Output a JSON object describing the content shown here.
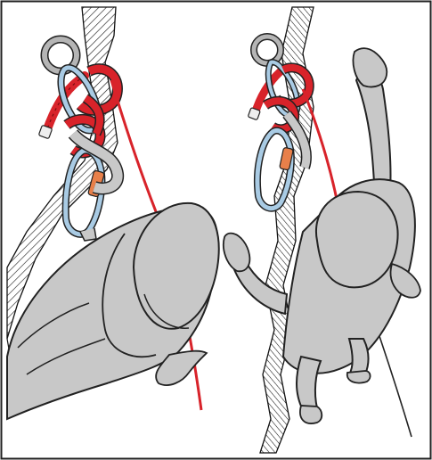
{
  "figure": {
    "panels": [
      {
        "id": "left",
        "subject": "climber-leaning-back-on-anchor"
      },
      {
        "id": "right",
        "subject": "climber-reaching-up-below-anchor"
      }
    ],
    "colors": {
      "rope": "#d8232a",
      "rope_dark": "#7a0c10",
      "body": "#c8c8c8",
      "carabiner": "#a9cbe4",
      "ring": "#b5b5b5",
      "gate": "#e8804a",
      "rock": "#111111",
      "frame": "#222222"
    },
    "icons": [
      "anchor-ring-icon",
      "carabiner-icon",
      "figure-eight-knot-icon",
      "climber-icon"
    ]
  }
}
